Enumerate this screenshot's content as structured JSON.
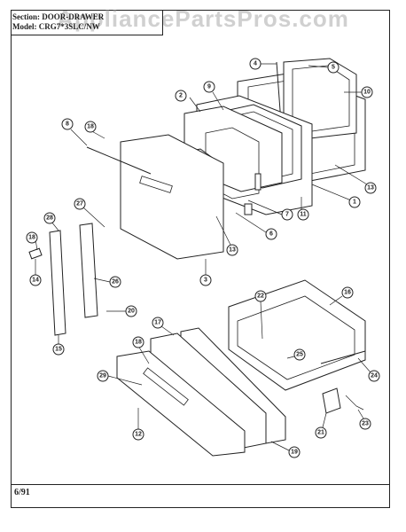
{
  "header": {
    "section_label": "Section: DOOR-DRAWER",
    "model_label": "Model: CRG7*3SLC/NW"
  },
  "watermark": "AppliancePartsPros.com",
  "footer": {
    "date": "6/91"
  },
  "callouts": [
    "1",
    "2",
    "3",
    "4",
    "5",
    "6",
    "7",
    "8",
    "9",
    "10",
    "11",
    "12",
    "13",
    "13",
    "14",
    "15",
    "16",
    "17",
    "18",
    "18",
    "18",
    "19",
    "20",
    "21",
    "22",
    "23",
    "24",
    "25",
    "26",
    "27",
    "28",
    "29"
  ]
}
